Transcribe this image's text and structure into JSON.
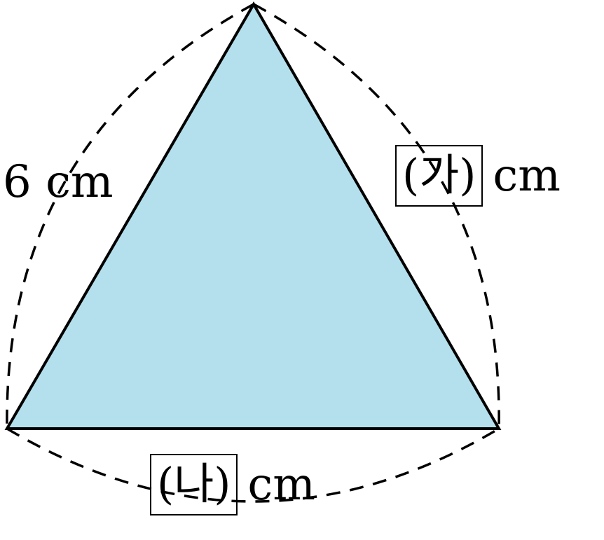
{
  "colors": {
    "fill": "#b3e0ec",
    "stroke": "#000000",
    "dash": "#000000"
  },
  "labels": {
    "left_side": "6 cm",
    "right_side_box": "(가)",
    "right_side_unit": "cm",
    "bottom_side_box": "(나)",
    "bottom_side_unit": "cm"
  }
}
